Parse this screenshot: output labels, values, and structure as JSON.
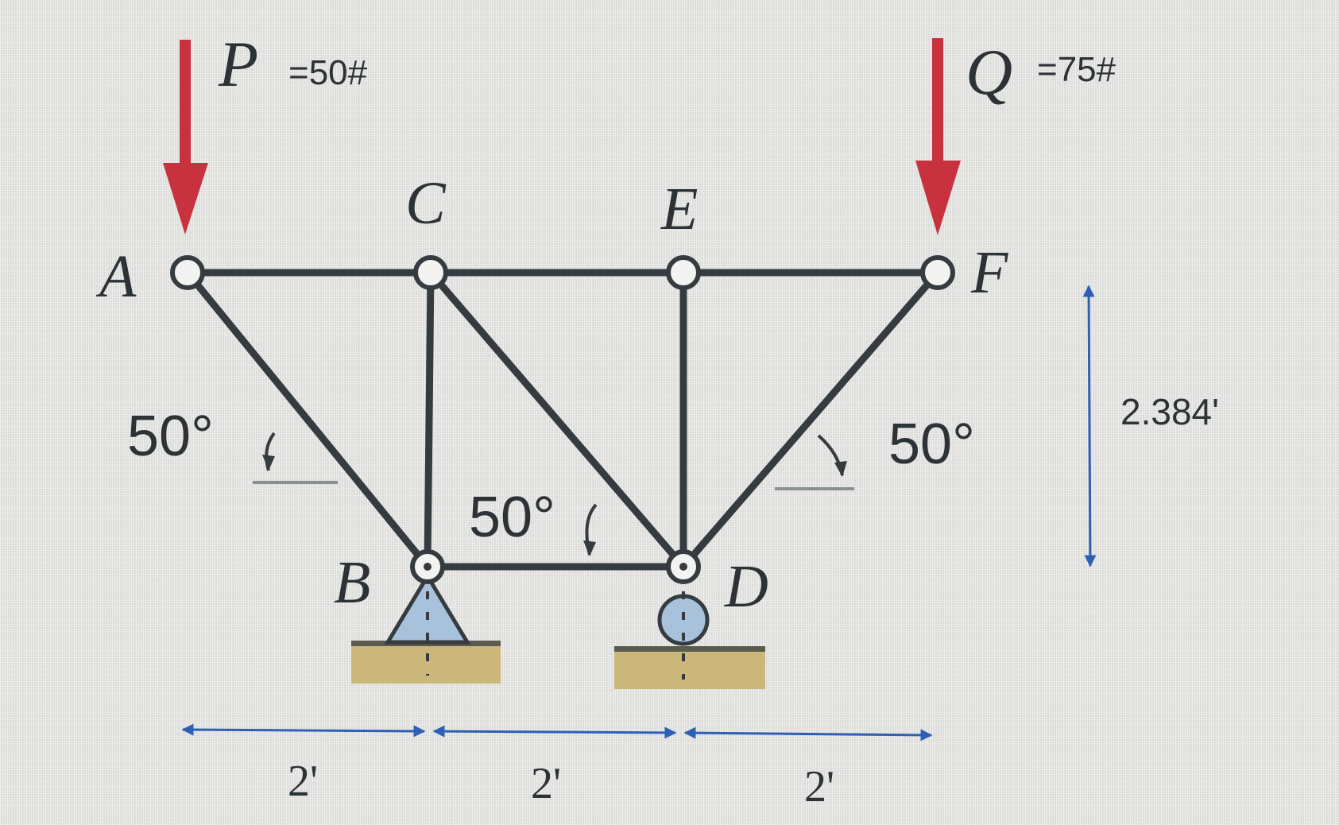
{
  "diagram": {
    "type": "plane-truss",
    "loads": [
      {
        "symbol": "P",
        "value_text": "=50#",
        "joint": "A",
        "direction": "down",
        "color": "#c8323e"
      },
      {
        "symbol": "Q",
        "value_text": "=75#",
        "joint": "F",
        "direction": "down",
        "color": "#c8323e"
      }
    ],
    "joints": [
      {
        "id": "A",
        "label": "A"
      },
      {
        "id": "B",
        "label": "B",
        "support": "pin"
      },
      {
        "id": "C",
        "label": "C"
      },
      {
        "id": "D",
        "label": "D",
        "support": "roller"
      },
      {
        "id": "E",
        "label": "E"
      },
      {
        "id": "F",
        "label": "F"
      }
    ],
    "members": [
      "AC",
      "CE",
      "EF",
      "AB",
      "BC",
      "CD",
      "BD",
      "DE",
      "DF"
    ],
    "angles": [
      {
        "label": "50°",
        "location": "member AB with horizontal"
      },
      {
        "label": "50°",
        "location": "member CD with horizontal"
      },
      {
        "label": "50°",
        "location": "member DF with horizontal"
      }
    ],
    "dimensions": {
      "height": {
        "label": "2.384'"
      },
      "spans": [
        {
          "label": "2'"
        },
        {
          "label": "2'"
        },
        {
          "label": "2'"
        }
      ]
    },
    "colors": {
      "member": "#353b3f",
      "dimension": "#2f5fb5",
      "ground": "#cbb77a",
      "support_fill": "#a9c2dc",
      "label": "#2d3236"
    }
  }
}
